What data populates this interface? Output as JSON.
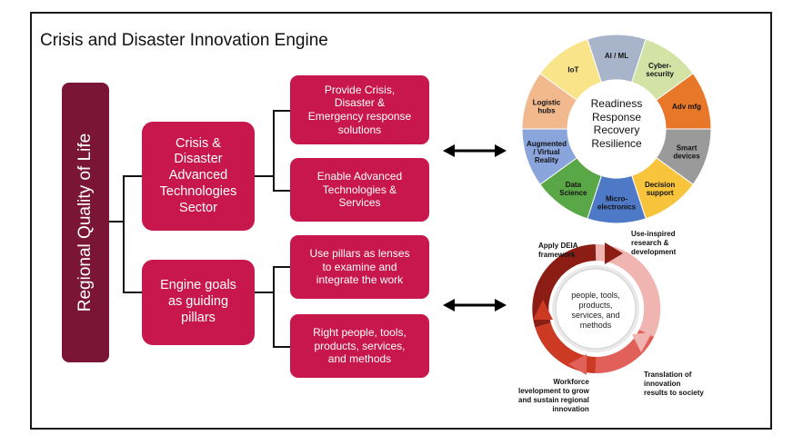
{
  "title": "Crisis and Disaster Innovation Engine",
  "vertical_label": "Regional Quality of Life",
  "groups": [
    {
      "label": "Crisis &\nDisaster\nAdvanced\nTechnologies\nSector",
      "items": [
        "Provide Crisis,\nDisaster &\nEmergency response\nsolutions",
        "Enable Advanced\nTechnologies &\nServices"
      ]
    },
    {
      "label": "Engine goals\nas guiding\npillars",
      "items": [
        "Use  pillars as lenses\nto examine  and\nintegrate the work",
        "Right people, tools,\nproducts, services,\nand methods"
      ]
    }
  ],
  "wheel": {
    "center": [
      "Readiness",
      "Response",
      "Recovery",
      "Resilience"
    ],
    "segments": [
      {
        "label": [
          "AI / ML"
        ],
        "color": "#a8b4c9"
      },
      {
        "label": [
          "Cyber-",
          "security"
        ],
        "color": "#d3e3a6"
      },
      {
        "label": [
          "Adv mfg"
        ],
        "color": "#e8772a"
      },
      {
        "label": [
          "Smart",
          "devices"
        ],
        "color": "#9a9a9a"
      },
      {
        "label": [
          "Decision",
          "support"
        ],
        "color": "#f7c43c"
      },
      {
        "label": [
          "Micro-",
          "electronics"
        ],
        "color": "#4e79c6"
      },
      {
        "label": [
          "Data",
          "Science"
        ],
        "color": "#5aa747"
      },
      {
        "label": [
          "Augmented",
          "/ Virtual",
          "Reality"
        ],
        "color": "#8aa4dc"
      },
      {
        "label": [
          "Logistic",
          "hubs"
        ],
        "color": "#f2b98e"
      },
      {
        "label": [
          "IoT"
        ],
        "color": "#f9e48a"
      }
    ]
  },
  "cycle": {
    "center": "people, tools,\nproducts,\nservices, and\nmethods",
    "labels": {
      "apply": "Apply DEIA\nframework",
      "research": "Use-inspired\nresearch &\ndevelopment",
      "translation": "Translation of\ninnovation\nresults to society",
      "workforce": "Workforce\nlevelopment to grow\nand sustain regional\ninnovation"
    }
  }
}
